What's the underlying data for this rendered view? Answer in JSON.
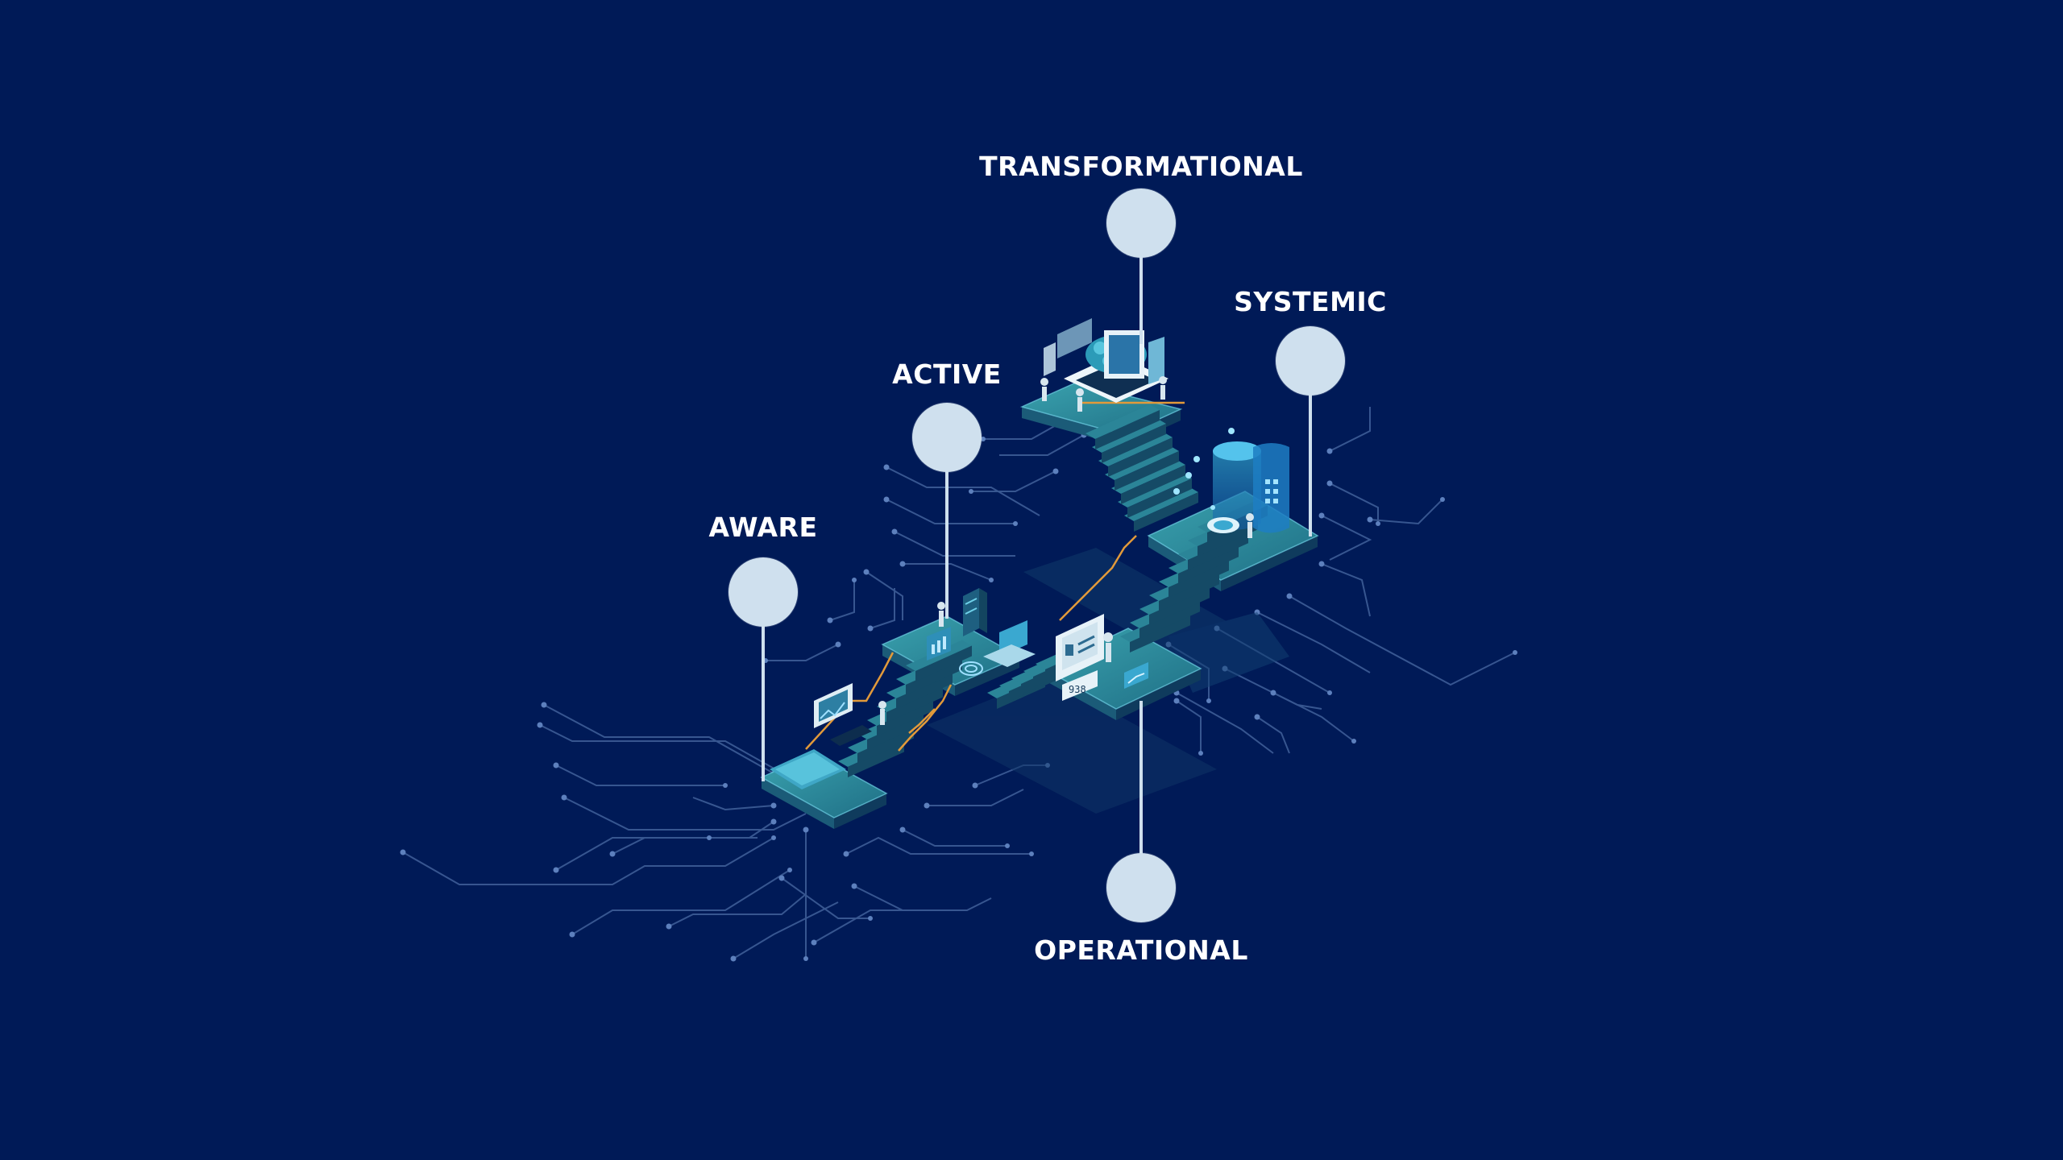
{
  "stages": [
    {
      "id": "aware",
      "label": "AWARE"
    },
    {
      "id": "active",
      "label": "ACTIVE"
    },
    {
      "id": "operational",
      "label": "OPERATIONAL"
    },
    {
      "id": "systemic",
      "label": "SYSTEMIC"
    },
    {
      "id": "transformational",
      "label": "TRANSFORMATIONAL"
    }
  ],
  "colors": {
    "background": "#001a57",
    "marker": "#cfe0ee",
    "platform_top": "#2f8c9a",
    "platform_side": "#164a63",
    "circuit": "#4a6aa3",
    "accent_orange": "#e29a3a"
  },
  "illustration": {
    "icons": [
      "server-rack-icon",
      "monitor-icon",
      "brain-icon",
      "database-icon",
      "person-icon",
      "chart-icon"
    ]
  }
}
